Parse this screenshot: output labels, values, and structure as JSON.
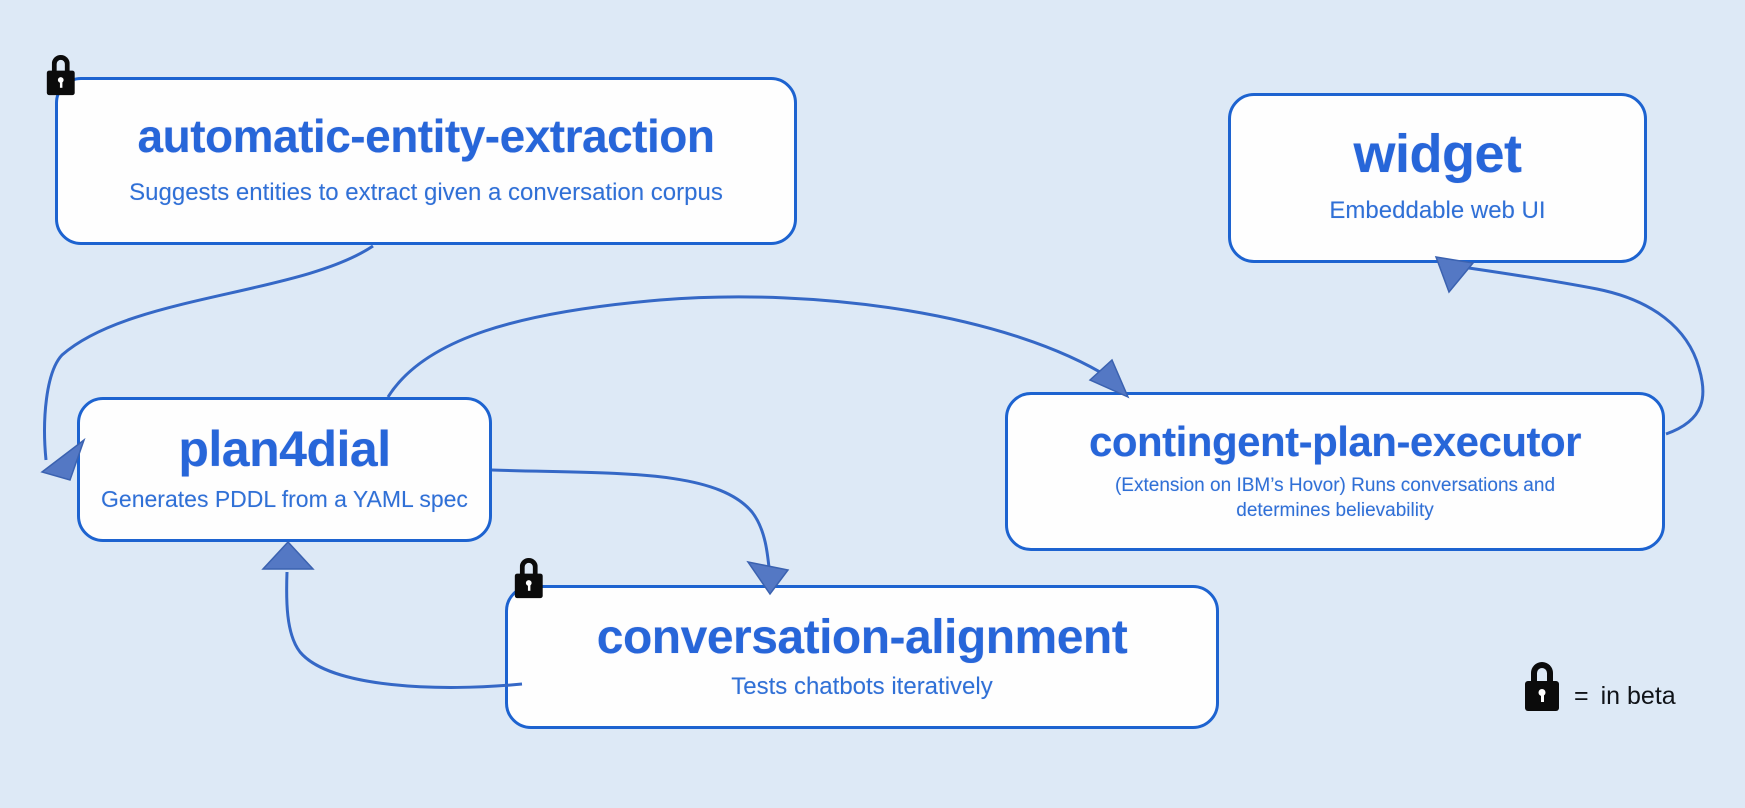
{
  "diagram": {
    "background_color": "#dde9f6",
    "box_border_color": "#1d63d0",
    "box_fill_color": "#fefefe",
    "title_color": "#2766d9",
    "subtitle_color": "#2f70d6",
    "arrow_color": "#3568c6",
    "arrowhead_color": "#5478c4",
    "lock_color": "#0b0b0b"
  },
  "nodes": [
    {
      "title": "automatic-entity-extraction",
      "subtitle": "Suggests entities to extract given a conversation corpus",
      "in_beta": true
    },
    {
      "title": "widget",
      "subtitle": "Embeddable web UI",
      "in_beta": false
    },
    {
      "title": "plan4dial",
      "subtitle": "Generates PDDL from a YAML spec",
      "in_beta": false
    },
    {
      "title": "contingent-plan-executor",
      "subtitle": "(Extension on IBM’s Hovor) Runs conversations and determines believability",
      "in_beta": false
    },
    {
      "title": "conversation-alignment",
      "subtitle": "Tests chatbots iteratively",
      "in_beta": true
    }
  ],
  "edges": [
    {
      "from": "automatic-entity-extraction",
      "to": "plan4dial"
    },
    {
      "from": "plan4dial",
      "to": "contingent-plan-executor"
    },
    {
      "from": "plan4dial",
      "to": "conversation-alignment"
    },
    {
      "from": "conversation-alignment",
      "to": "plan4dial"
    },
    {
      "from": "contingent-plan-executor",
      "to": "widget"
    }
  ],
  "legend": {
    "equals_sign": "=",
    "label": "in beta"
  }
}
